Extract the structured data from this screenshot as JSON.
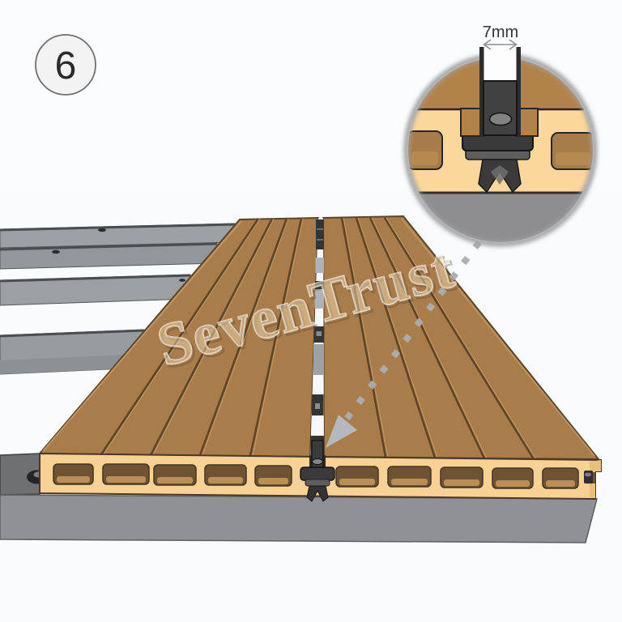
{
  "illustration": {
    "step_number": "6",
    "watermark_text": "SevenTrust",
    "detail_callout": {
      "measurement_label": "7mm"
    },
    "colors": {
      "background": "#fbfcfd",
      "deck_surface_brown": "#a97c4b",
      "deck_core_cream": "#f8d194",
      "chamber_brown": "#6d5233",
      "groove_dark": "#5e4527",
      "joist_gray": "#8f9194",
      "joist_top_gray": "#9ea1a4",
      "clip_dark": "#3a3a3a",
      "detail_board_brown": "#b28349",
      "detail_core_cream": "#fbd79b",
      "detail_joist_gray": "#8e8e90",
      "ring_gray": "#a0a0a0",
      "arrow_gray": "#b4b9bd",
      "step_badge_fill": "#f3f3f4"
    }
  }
}
